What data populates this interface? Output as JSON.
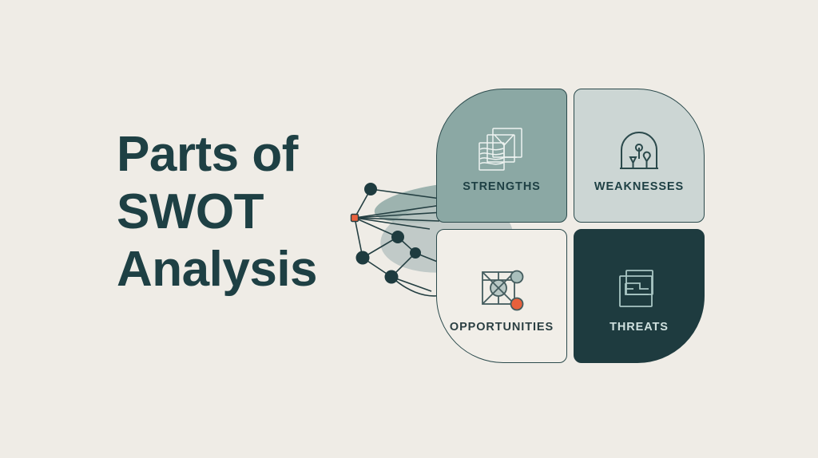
{
  "page": {
    "background_color": "#efece6",
    "title_lines": [
      "Parts of",
      "SWOT",
      "Analysis"
    ],
    "title_color": "#1e4044"
  },
  "decor": {
    "network_graph_name": "network-node-graph",
    "accent_node_color": "#e8603c",
    "node_color": "#1e3b3f",
    "blob_sage_color": "#8ea9a4",
    "blob_grey_color": "#b9c4c2"
  },
  "swot": {
    "quadrants": [
      {
        "key": "strengths",
        "label": "STRENGTHS",
        "icon": "layered-documents-icon",
        "background_color": "#8ba8a4",
        "label_color": "#1e4044",
        "icon_color": "#eef3f1",
        "position": "top-left"
      },
      {
        "key": "weaknesses",
        "label": "WEAKNESSES",
        "icon": "arch-dome-pins-icon",
        "background_color": "#ccd6d4",
        "label_color": "#1e4044",
        "icon_color": "#2b4a4c",
        "position": "top-right"
      },
      {
        "key": "opportunities",
        "label": "OPPORTUNITIES",
        "icon": "crosshair-square-nodes-icon",
        "background_color": "#f1eee8",
        "label_color": "#2b3f42",
        "icon_color": "#445c5e",
        "position": "bottom-left"
      },
      {
        "key": "threats",
        "label": "THREATS",
        "icon": "overlapping-panels-icon",
        "background_color": "#1e3b3f",
        "label_color": "#cfe0de",
        "icon_color": "#a9c6c4",
        "position": "bottom-right"
      }
    ]
  }
}
